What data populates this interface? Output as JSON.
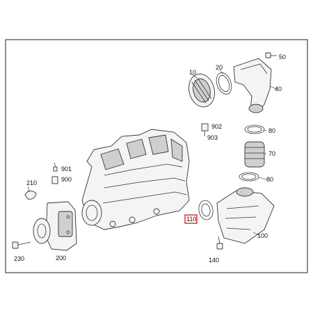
{
  "callouts": {
    "p10": "10",
    "p20": "20",
    "p40": "40",
    "p50": "50",
    "p70": "70",
    "p80a": "80",
    "p80b": "80",
    "p100": "100",
    "p110": "110",
    "p140": "140",
    "p200": "200",
    "p210": "210",
    "p230": "230",
    "p900": "900",
    "p901": "901",
    "p902": "902",
    "p903": "903"
  },
  "colors": {
    "highlight": "#e0261b",
    "line": "#333333",
    "frame": "#444444"
  },
  "highlighted_callout": "110"
}
